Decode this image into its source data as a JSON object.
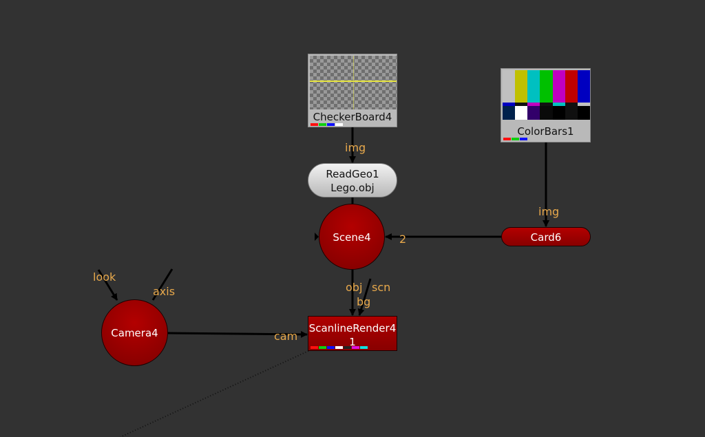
{
  "nodes": {
    "checkerboard": {
      "label": "CheckerBoard4"
    },
    "colorbars": {
      "label": "ColorBars1"
    },
    "readgeo": {
      "label": "ReadGeo1",
      "sublabel": "Lego.obj"
    },
    "scene": {
      "label": "Scene4"
    },
    "card": {
      "label": "Card6"
    },
    "camera": {
      "label": "Camera4"
    },
    "scanline": {
      "label": "ScanlineRender4",
      "sublabel": "1"
    }
  },
  "inputs": {
    "checker_img": "img",
    "card_img": "img",
    "scene_in": "2",
    "camera_look": "look",
    "camera_axis": "axis",
    "scanline_obj": "obj",
    "scanline_scn": "scn",
    "scanline_bg": "bg",
    "scanline_cam": "cam"
  },
  "colors": {
    "background": "#323232",
    "node_red": "#a00000",
    "input_label": "#e8a94c",
    "edge": "#000000",
    "channel_red": "#ff1010",
    "channel_green": "#10d010",
    "channel_blue": "#1010ff",
    "channel_white": "#ffffff",
    "channel_magenta": "#e010e0",
    "channel_cyan": "#10e0e0"
  }
}
